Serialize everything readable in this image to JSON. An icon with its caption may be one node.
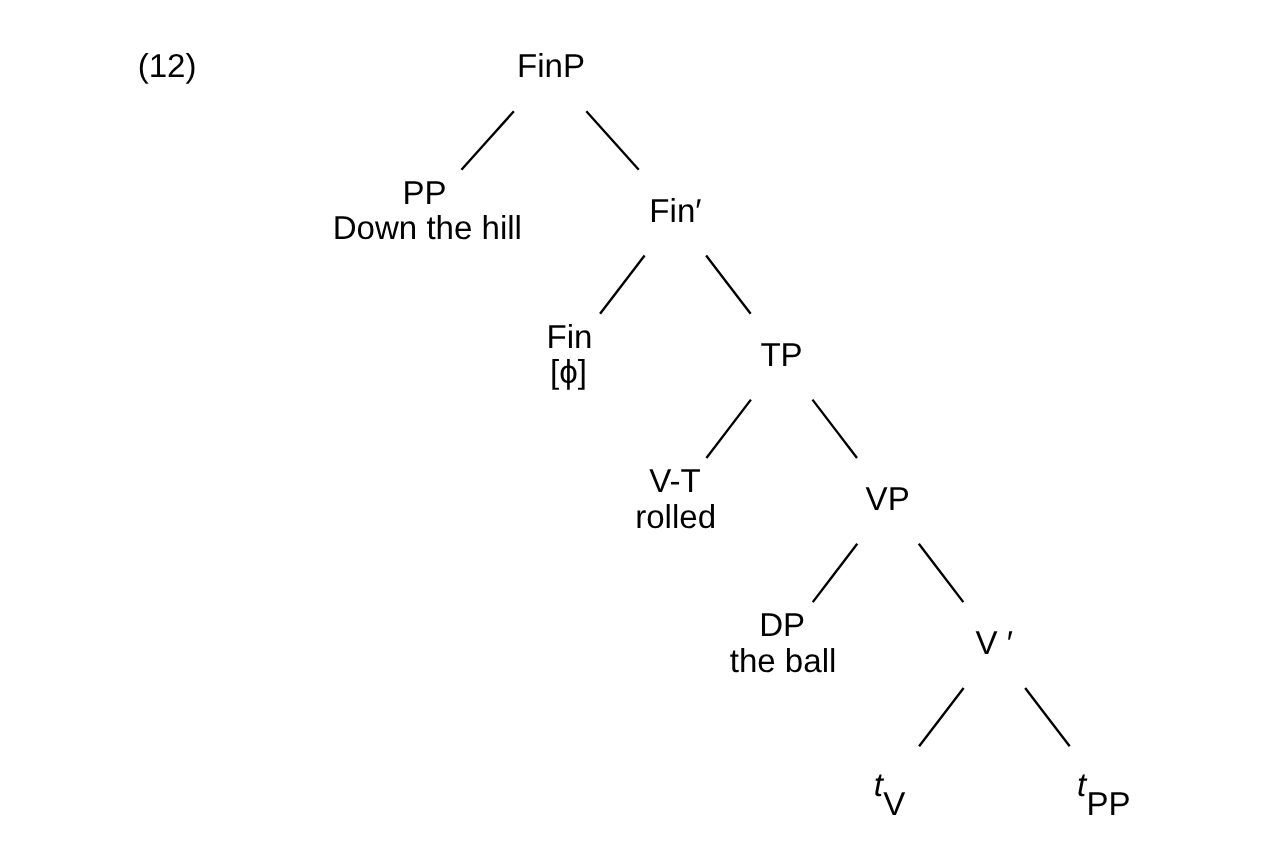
{
  "diagram": {
    "nodes": [
      {
        "text": [
          "FinP"
        ]
      },
      {
        "text": [
          "PP",
          "Down the hill"
        ]
      },
      {
        "text": [
          "Fin′"
        ]
      },
      {
        "text": [
          "Fin",
          "[ϕ]"
        ]
      },
      {
        "text": [
          "TP"
        ]
      },
      {
        "text": [
          "V-T",
          "rolled"
        ]
      },
      {
        "text": [
          "VP"
        ]
      },
      {
        "text": [
          "DP",
          "the ball"
        ]
      },
      {
        "text": [
          "V ′"
        ]
      },
      {
        "text": [
          "*t*$_{V}$"
        ]
      },
      {
        "text": [
          "*t*$_{PP}$"
        ]
      }
    ],
    "edges": [
      {
        "from": 0,
        "to": 1,
        "arrow": "none"
      },
      {
        "from": 0,
        "to": 2,
        "arrow": "none"
      },
      {
        "from": 2,
        "to": 3,
        "arrow": "none"
      },
      {
        "from": 2,
        "to": 4,
        "arrow": "none"
      },
      {
        "from": 4,
        "to": 5,
        "arrow": "none"
      },
      {
        "from": 4,
        "to": 6,
        "arrow": "none"
      },
      {
        "from": 6,
        "to": 7,
        "arrow": "none"
      },
      {
        "from": 6,
        "to": 8,
        "arrow": "none"
      },
      {
        "from": 8,
        "to": 9,
        "arrow": "none"
      },
      {
        "from": 8,
        "to": 10,
        "arrow": "none"
      }
    ],
    "labels": [
      "(12)"
    ]
  }
}
